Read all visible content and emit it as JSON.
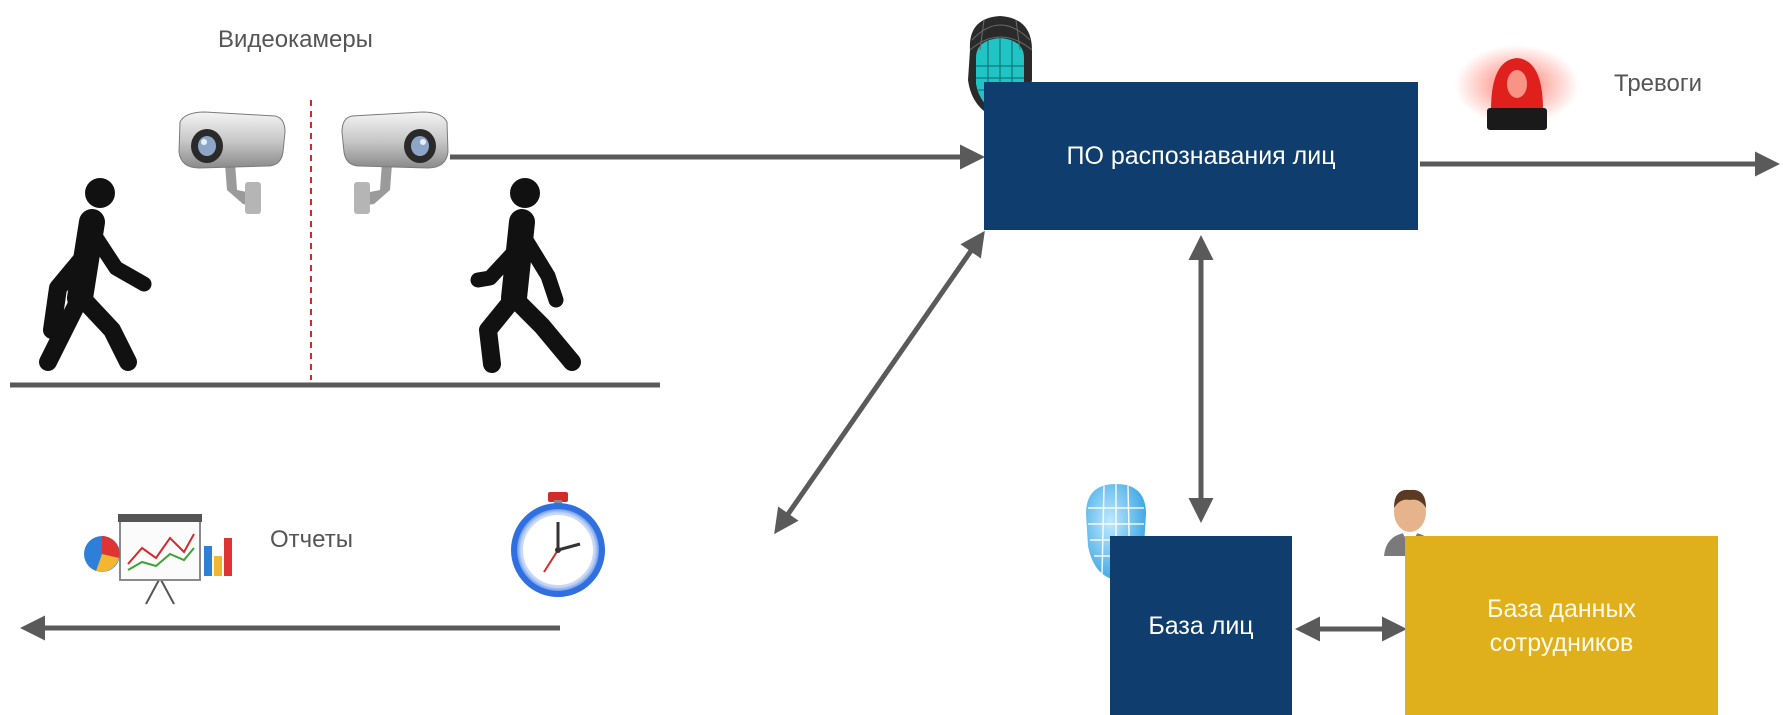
{
  "labels": {
    "cameras": "Видеокамеры",
    "alarms": "Тревоги",
    "reports": "Отчеты"
  },
  "boxes": {
    "recognition": "ПО распознавания лиц",
    "face_db": "База лиц",
    "employee_db_line1": "База данных",
    "employee_db_line2": "сотрудников"
  },
  "colors": {
    "navy_box": "#0f3e6e",
    "gold_box": "#e0b01c",
    "arrow": "#5a5a5a",
    "divider": "#d9262b",
    "face_mesh": "#20c4c4",
    "alarm_red": "#e0201c"
  },
  "icons": [
    "walking-person-icon",
    "security-camera-icon",
    "face-scan-icon",
    "alarm-beacon-icon",
    "face-mesh-icon",
    "user-avatar-icon",
    "presentation-chart-icon",
    "stopwatch-icon"
  ]
}
